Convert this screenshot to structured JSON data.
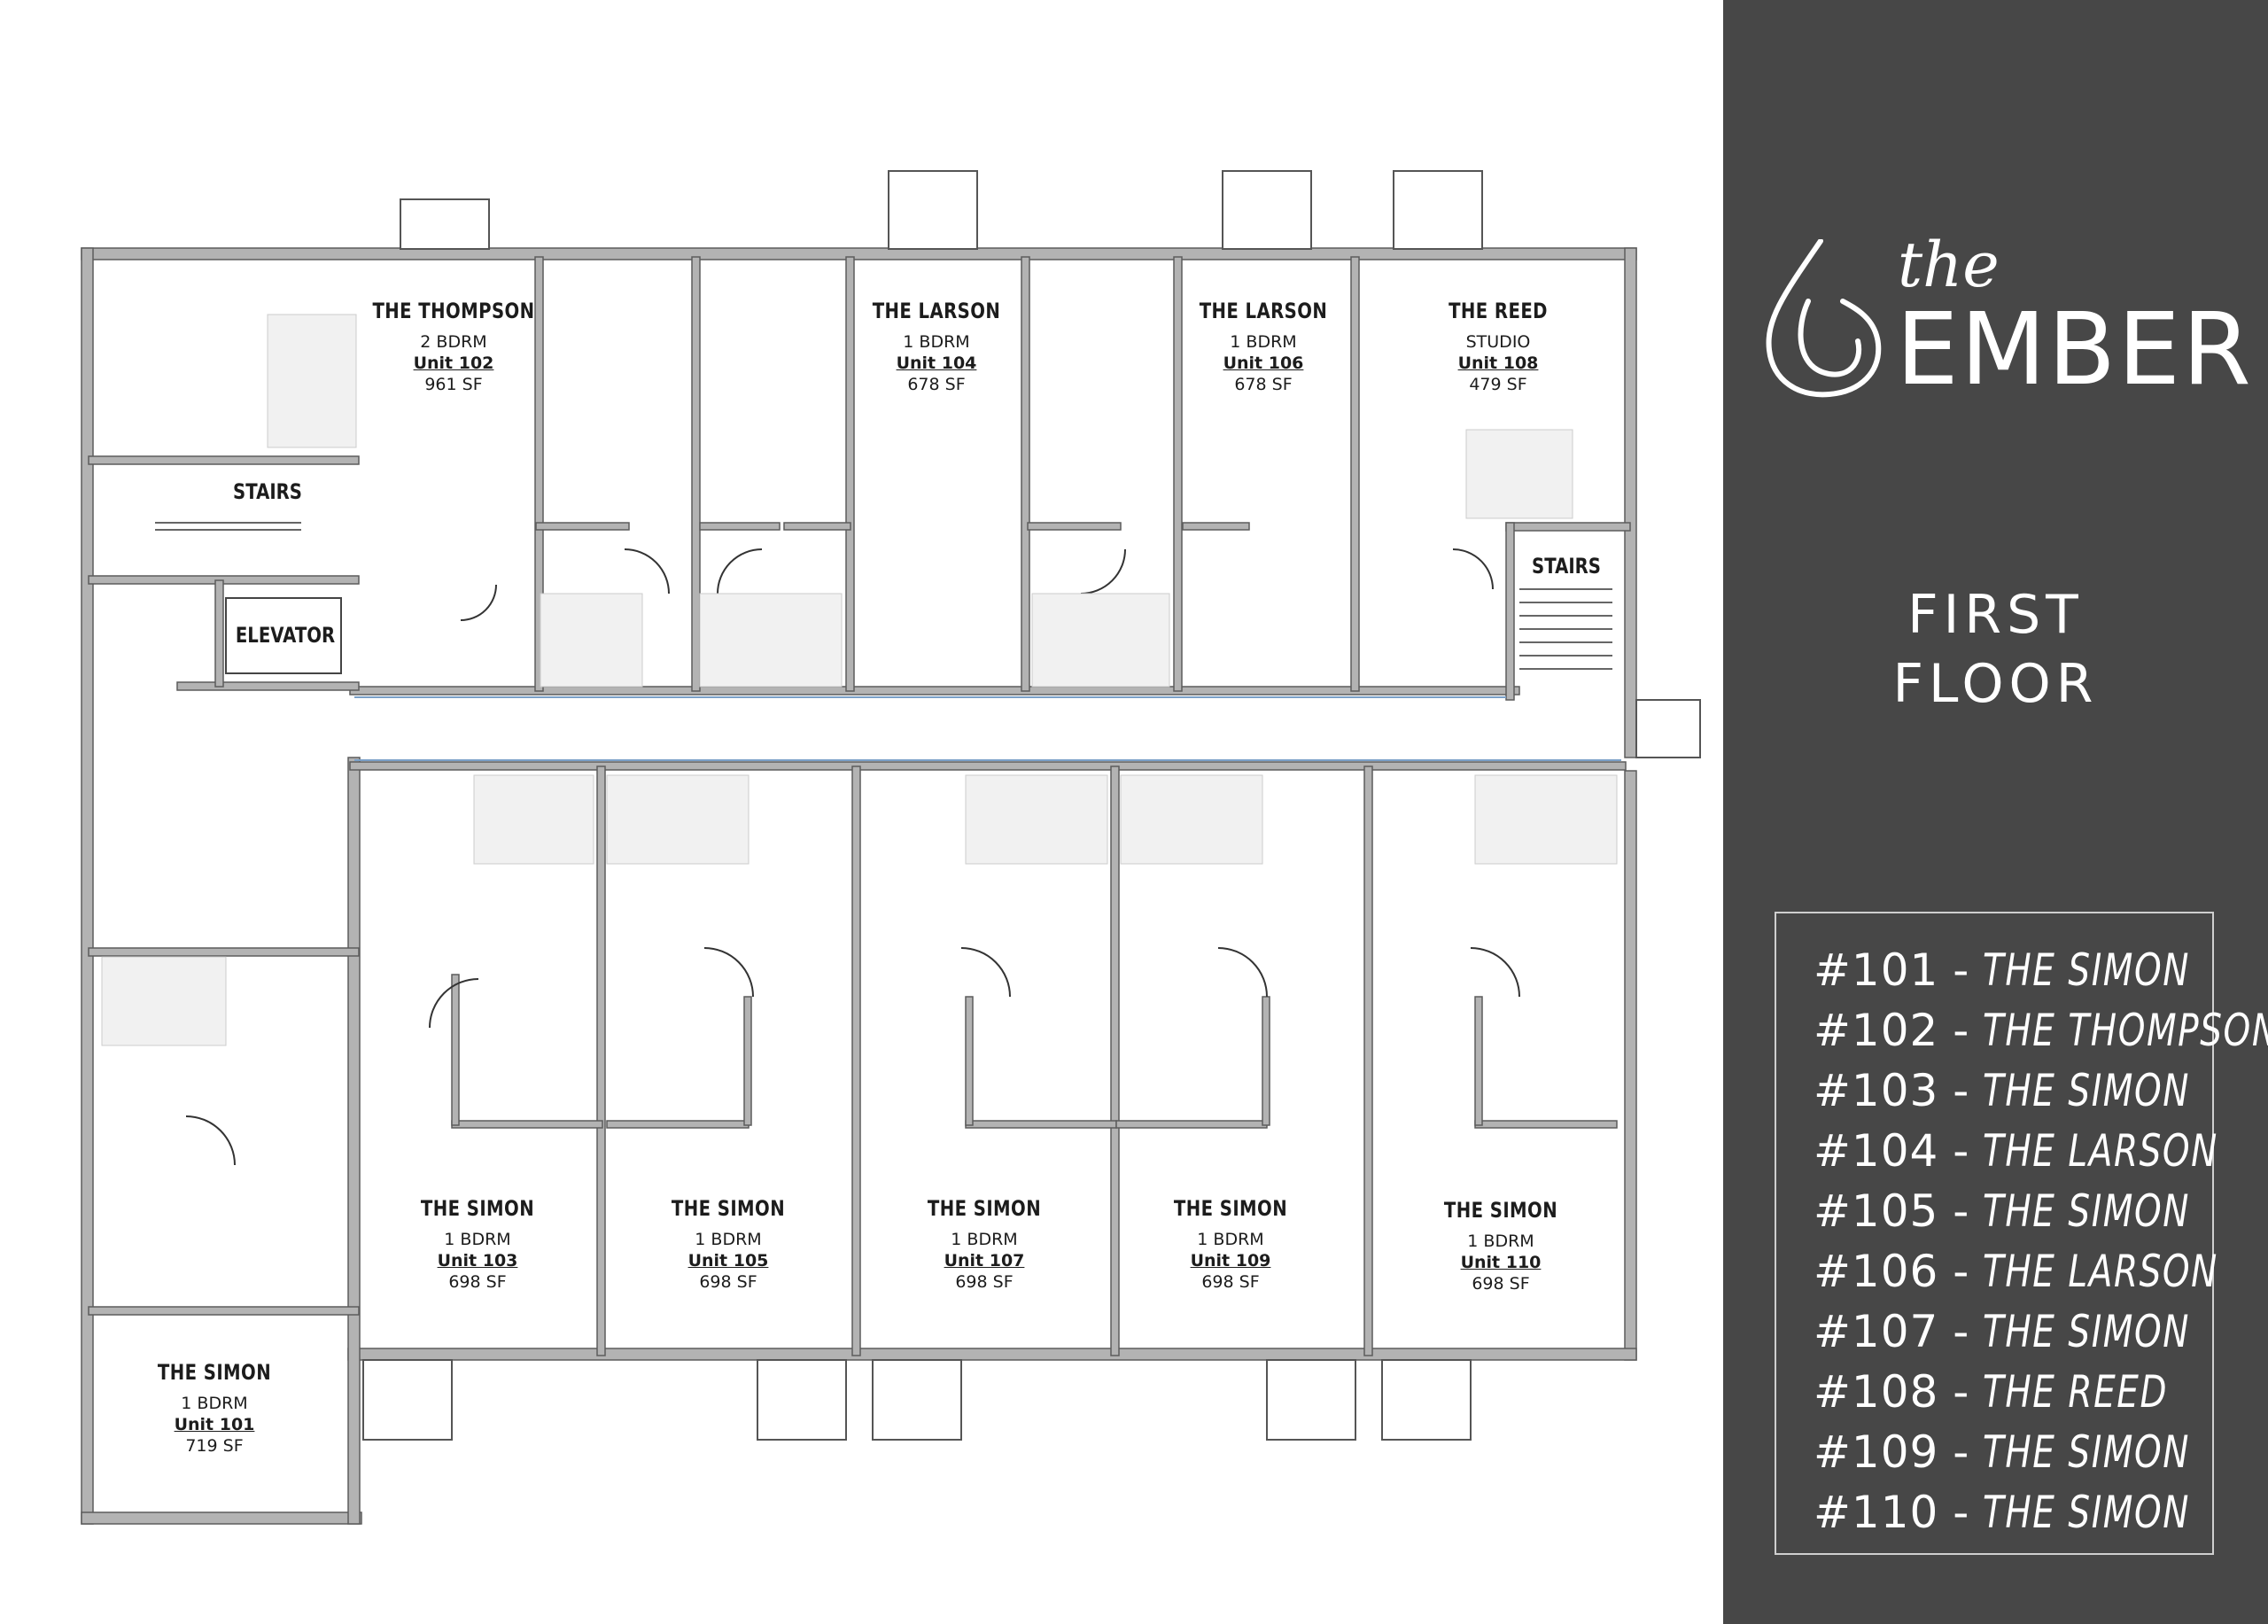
{
  "brand": {
    "the": "the",
    "name": "EMBER"
  },
  "floor": {
    "line1": "FIRST",
    "line2": "FLOOR"
  },
  "rooms": [
    {
      "name": "STAIRS"
    },
    {
      "name": "ELEVATOR"
    },
    {
      "name": "STAIRS"
    }
  ],
  "units": [
    {
      "name": "THE THOMPSON",
      "beds": "2 BDRM",
      "unit": "Unit 102",
      "sf": "961 SF"
    },
    {
      "name": "THE LARSON",
      "beds": "1 BDRM",
      "unit": "Unit 104",
      "sf": "678 SF"
    },
    {
      "name": "THE LARSON",
      "beds": "1 BDRM",
      "unit": "Unit 106",
      "sf": "678 SF"
    },
    {
      "name": "THE REED",
      "beds": "STUDIO",
      "unit": "Unit 108",
      "sf": "479 SF"
    },
    {
      "name": "THE SIMON",
      "beds": "1 BDRM",
      "unit": "Unit 103",
      "sf": "698 SF"
    },
    {
      "name": "THE SIMON",
      "beds": "1 BDRM",
      "unit": "Unit 105",
      "sf": "698 SF"
    },
    {
      "name": "THE SIMON",
      "beds": "1 BDRM",
      "unit": "Unit 107",
      "sf": "698 SF"
    },
    {
      "name": "THE SIMON",
      "beds": "1 BDRM",
      "unit": "Unit 109",
      "sf": "698 SF"
    },
    {
      "name": "THE SIMON",
      "beds": "1 BDRM",
      "unit": "Unit 110",
      "sf": "698 SF"
    },
    {
      "name": "THE SIMON",
      "beds": "1 BDRM",
      "unit": "Unit 101",
      "sf": "719 SF"
    }
  ],
  "legend": [
    {
      "num": "#101",
      "name": "THE SIMON"
    },
    {
      "num": "#102",
      "name": "THE THOMPSON"
    },
    {
      "num": "#103",
      "name": "THE SIMON"
    },
    {
      "num": "#104",
      "name": "THE LARSON"
    },
    {
      "num": "#105",
      "name": "THE SIMON"
    },
    {
      "num": "#106",
      "name": "THE LARSON"
    },
    {
      "num": "#107",
      "name": "THE SIMON"
    },
    {
      "num": "#108",
      "name": "THE REED"
    },
    {
      "num": "#109",
      "name": "THE SIMON"
    },
    {
      "num": "#110",
      "name": "THE SIMON"
    }
  ],
  "colors": {
    "panel": "#474747",
    "wall": "#b3b3b3",
    "wall_outline": "#5c5c5c",
    "text": "#1c1c1c"
  }
}
